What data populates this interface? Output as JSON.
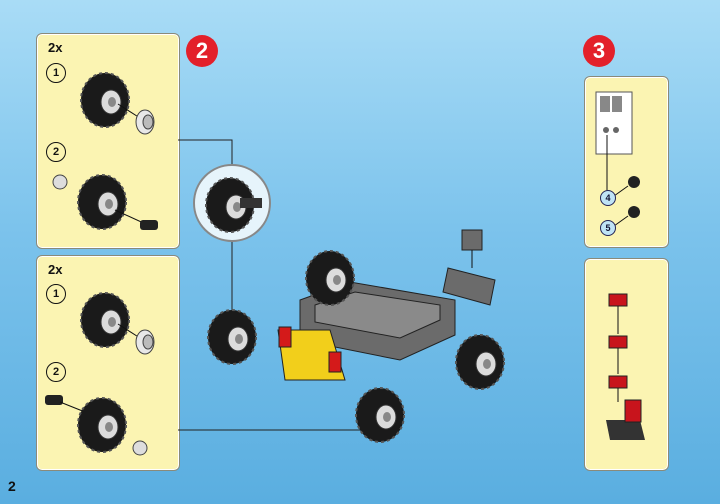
{
  "page_number": "2",
  "steps": [
    {
      "number": "2"
    },
    {
      "number": "3"
    }
  ],
  "left_panels": [
    {
      "quantity": "2x",
      "substeps": [
        "1",
        "2"
      ]
    },
    {
      "quantity": "2x",
      "substeps": [
        "1",
        "2"
      ]
    }
  ],
  "right_panel": {
    "substeps": [
      "4",
      "5"
    ]
  },
  "colors": {
    "step_badge": "#e3202a",
    "panel": "#fbf4b2",
    "background": "#7cc3ec"
  }
}
